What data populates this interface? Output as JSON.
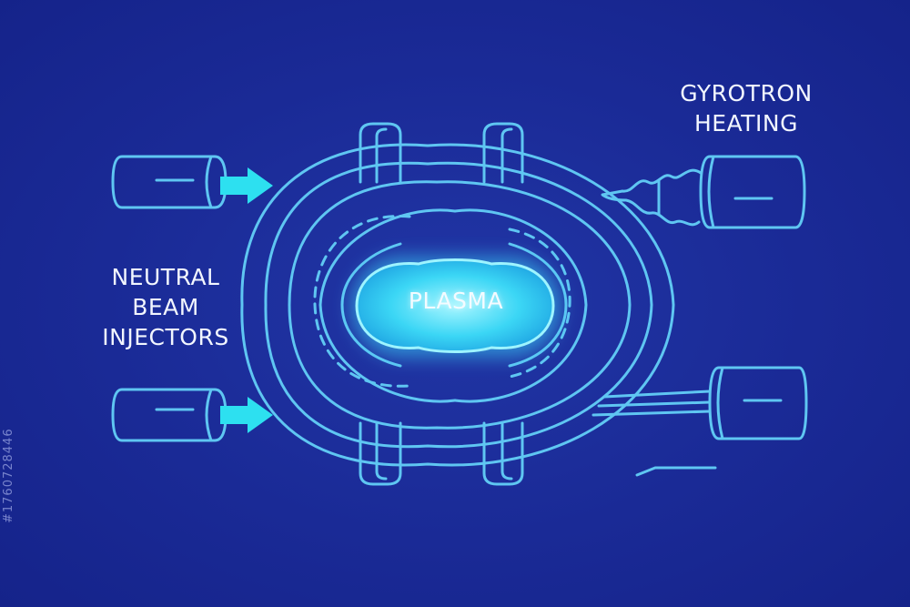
{
  "labels": {
    "gyrotron": [
      "GYROTRON",
      "HEATING"
    ],
    "neutral_beam": [
      "NEUTRAL",
      "BEAM",
      "INJECTORS"
    ],
    "plasma": "PLASMA"
  },
  "watermark": "#1760728446",
  "colors": {
    "background": "#1a2a96",
    "line": "#5fc6f2",
    "arrow": "#2de0f0",
    "plasma_core": "#35d8f6",
    "text": "#f2f6ff"
  }
}
